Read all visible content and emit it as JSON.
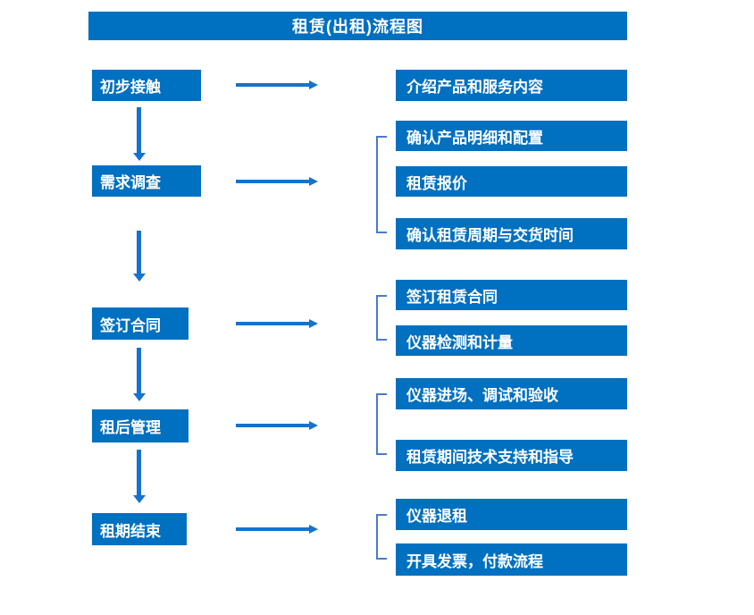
{
  "title": "租赁(出租)流程图",
  "colors": {
    "box_blue": "#0070C0",
    "arrow_blue": "#1573CD",
    "bracket_blue": "#4B7BC8",
    "text_white": "#FFFFFF"
  },
  "steps": [
    {
      "label": "初步接触",
      "details": [
        "介绍产品和服务内容"
      ]
    },
    {
      "label": "需求调查",
      "details": [
        "确认产品明细和配置",
        "租赁报价",
        "确认租赁周期与交货时间"
      ]
    },
    {
      "label": "签订合同",
      "details": [
        "签订租赁合同",
        "仪器检测和计量"
      ]
    },
    {
      "label": "租后管理",
      "details": [
        "仪器进场、调试和验收",
        "租赁期间技术支持和指导"
      ]
    },
    {
      "label": "租期结束",
      "details": [
        "仪器退租",
        "开具发票，付款流程"
      ]
    }
  ]
}
